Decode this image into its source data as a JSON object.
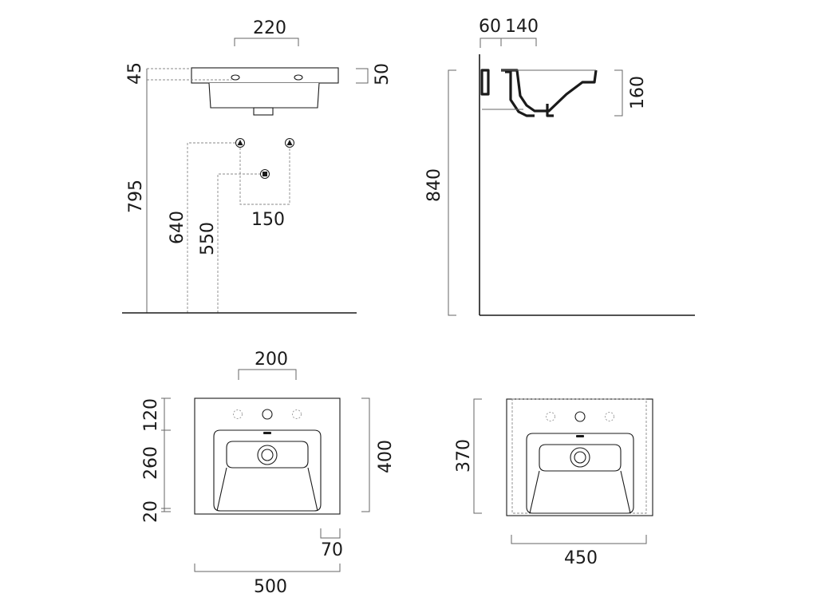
{
  "front_view": {
    "basin_width_top": "220",
    "rim_height": "45",
    "rim_thickness": "50",
    "rim_to_floor": "795",
    "supply_height": "640",
    "waste_height": "550",
    "supply_spacing": "150"
  },
  "side_view": {
    "wall_offset": "60",
    "bowl_depth_offset": "140",
    "bowl_height": "160",
    "overall_height": "840"
  },
  "plan_view": {
    "tap_hole_spacing": "200",
    "back_ledge": "120",
    "bowl_length": "260",
    "front_lip": "20",
    "depth": "400",
    "corner_offset": "70",
    "width": "500"
  },
  "cabinet_plan_view": {
    "depth": "370",
    "width": "450"
  }
}
